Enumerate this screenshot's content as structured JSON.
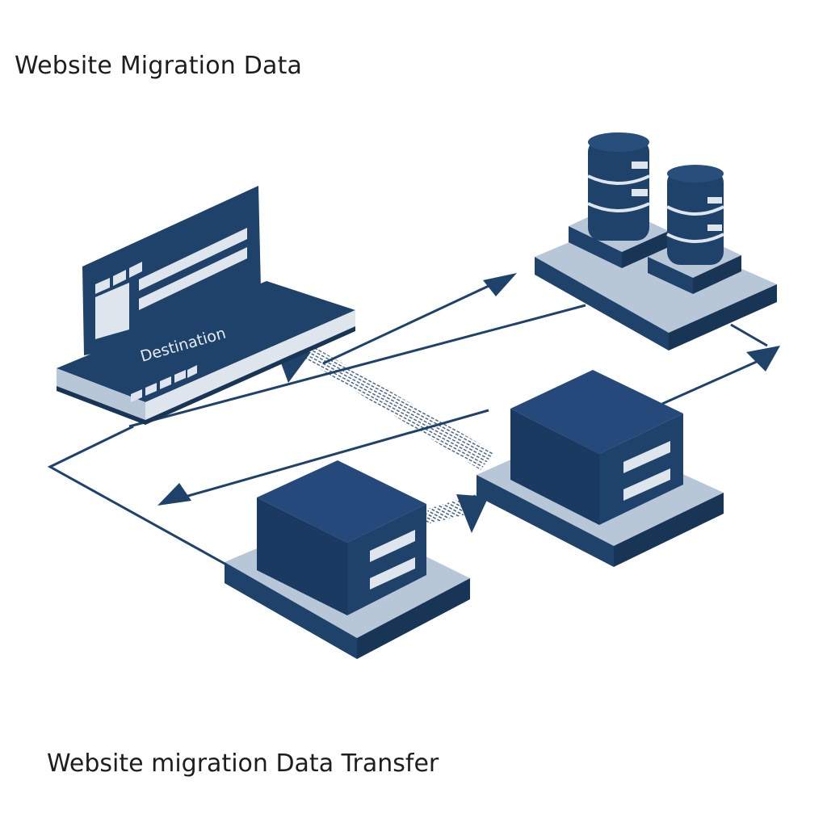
{
  "header": {
    "title": "Website Migration Data"
  },
  "footer": {
    "caption": "Website migration Data Transfer"
  },
  "diagram": {
    "nodes": [
      {
        "id": "destination",
        "type": "browser-laptop",
        "label": "Destination"
      },
      {
        "id": "database-cluster",
        "type": "database-servers",
        "label": ""
      },
      {
        "id": "server-right",
        "type": "server-box",
        "label": ""
      },
      {
        "id": "server-left",
        "type": "server-box",
        "label": ""
      }
    ],
    "edges": [
      {
        "from": "destination",
        "to": "database-cluster",
        "style": "line-arrow"
      },
      {
        "from": "database-cluster",
        "to": "right-edge",
        "style": "line-arrow"
      },
      {
        "from": "server-right",
        "to": "right-edge",
        "style": "line-arrow"
      },
      {
        "from": "server-right",
        "to": "left",
        "style": "line-arrow"
      },
      {
        "from": "server-right",
        "to": "destination",
        "style": "data-stream-arrow"
      },
      {
        "from": "destination",
        "to": "server-right",
        "style": "data-stream"
      },
      {
        "from": "server-left",
        "to": "server-right",
        "style": "data-stream-arrow"
      }
    ]
  },
  "colors": {
    "navy": "#1f426a",
    "navy_dark": "#183555",
    "slate_light": "#b7c7d8",
    "panel_light": "#dfe5ec",
    "text": "#1e1e1e",
    "background": "#ffffff"
  }
}
